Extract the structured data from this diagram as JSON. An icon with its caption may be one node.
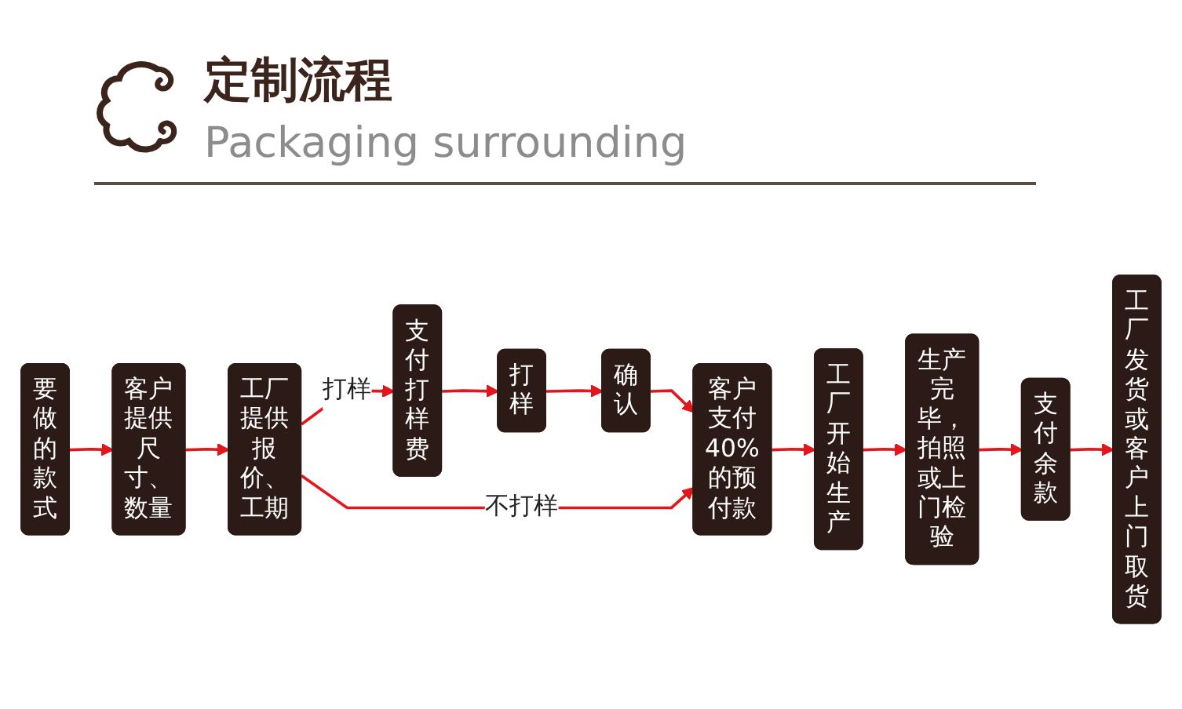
{
  "diagram": {
    "title": "定制流程",
    "nodes": [
      {
        "text": [
          "要做的款式"
        ]
      },
      {
        "text": [
          "客户提供尺寸、数量"
        ]
      },
      {
        "text": [
          "工厂提供报价、工期"
        ]
      },
      {
        "text": [
          "支付打样费"
        ]
      },
      {
        "text": [
          "打样"
        ]
      },
      {
        "text": [
          "确认"
        ]
      },
      {
        "text": [
          "客户支付40%的预付款"
        ]
      },
      {
        "text": [
          "工厂开始生产"
        ]
      },
      {
        "text": [
          "生产完毕，拍照或上门检验"
        ]
      },
      {
        "text": [
          "支付余款"
        ]
      },
      {
        "text": [
          "工厂发货或客户上门取货"
        ]
      }
    ],
    "edges": [
      {
        "from": 0,
        "to": 1,
        "arrow": "to"
      },
      {
        "from": 1,
        "to": 2,
        "arrow": "to"
      },
      {
        "from": 2,
        "to": 3,
        "arrow": "to",
        "label": "打样"
      },
      {
        "from": 3,
        "to": 4,
        "arrow": "to"
      },
      {
        "from": 4,
        "to": 5,
        "arrow": "to"
      },
      {
        "from": 5,
        "to": 6,
        "arrow": "to"
      },
      {
        "from": 2,
        "to": 6,
        "arrow": "to",
        "label": "不打样"
      },
      {
        "from": 6,
        "to": 7,
        "arrow": "to"
      },
      {
        "from": 7,
        "to": 8,
        "arrow": "to"
      },
      {
        "from": 8,
        "to": 9,
        "arrow": "to"
      },
      {
        "from": 9,
        "to": 10,
        "arrow": "to"
      }
    ],
    "labels": [
      "Packaging surrounding"
    ]
  }
}
